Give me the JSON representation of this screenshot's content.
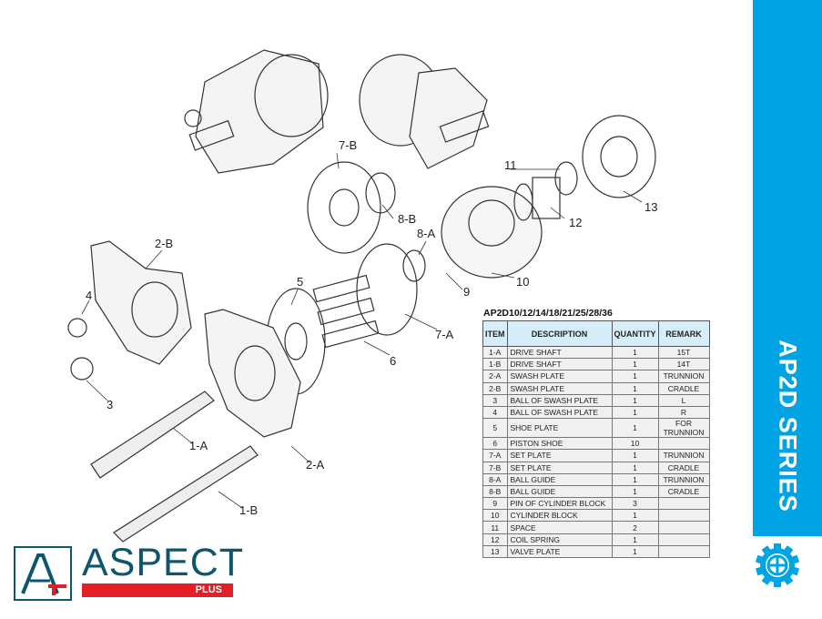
{
  "callouts": [
    "7-B",
    "8-B",
    "11",
    "12",
    "13",
    "2-B",
    "8-A",
    "10",
    "9",
    "5",
    "4",
    "7-A",
    "6",
    "3",
    "1-A",
    "2-A",
    "1-B"
  ],
  "table": {
    "title": "AP2D10/12/14/18/21/25/28/36",
    "headers": [
      "ITEM",
      "DESCRIPTION",
      "QUANTITY",
      "REMARK"
    ],
    "rows": [
      [
        "1-A",
        "DRIVE SHAFT",
        "1",
        "15T"
      ],
      [
        "1-B",
        "DRIVE SHAFT",
        "1",
        "14T"
      ],
      [
        "2-A",
        "SWASH PLATE",
        "1",
        "TRUNNION"
      ],
      [
        "2-B",
        "SWASH PLATE",
        "1",
        "CRADLE"
      ],
      [
        "3",
        "BALL OF SWASH PLATE",
        "1",
        "L"
      ],
      [
        "4",
        "BALL OF SWASH PLATE",
        "1",
        "R"
      ],
      [
        "5",
        "SHOE PLATE",
        "1",
        "FOR TRUNNION"
      ],
      [
        "6",
        "PISTON SHOE",
        "10",
        ""
      ],
      [
        "7-A",
        "SET PLATE",
        "1",
        "TRUNNION"
      ],
      [
        "7-B",
        "SET PLATE",
        "1",
        "CRADLE"
      ],
      [
        "8-A",
        "BALL GUIDE",
        "1",
        "TRUNNION"
      ],
      [
        "8-B",
        "BALL GUIDE",
        "1",
        "CRADLE"
      ],
      [
        "9",
        "PIN OF CYLINDER BLOCK",
        "3",
        ""
      ],
      [
        "10",
        "CYLINDER BLOCK",
        "1",
        ""
      ],
      [
        "11",
        "SPACE",
        "2",
        ""
      ],
      [
        "12",
        "COIL SPRING",
        "1",
        ""
      ],
      [
        "13",
        "VALVE PLATE",
        "1",
        ""
      ]
    ]
  },
  "side": {
    "title": "AP2D SERIES",
    "color": "#00a4e4"
  },
  "logo": {
    "word": "ASPECT",
    "sub": "PLUS",
    "primary": "#0d5670",
    "accent": "#e31e24"
  }
}
